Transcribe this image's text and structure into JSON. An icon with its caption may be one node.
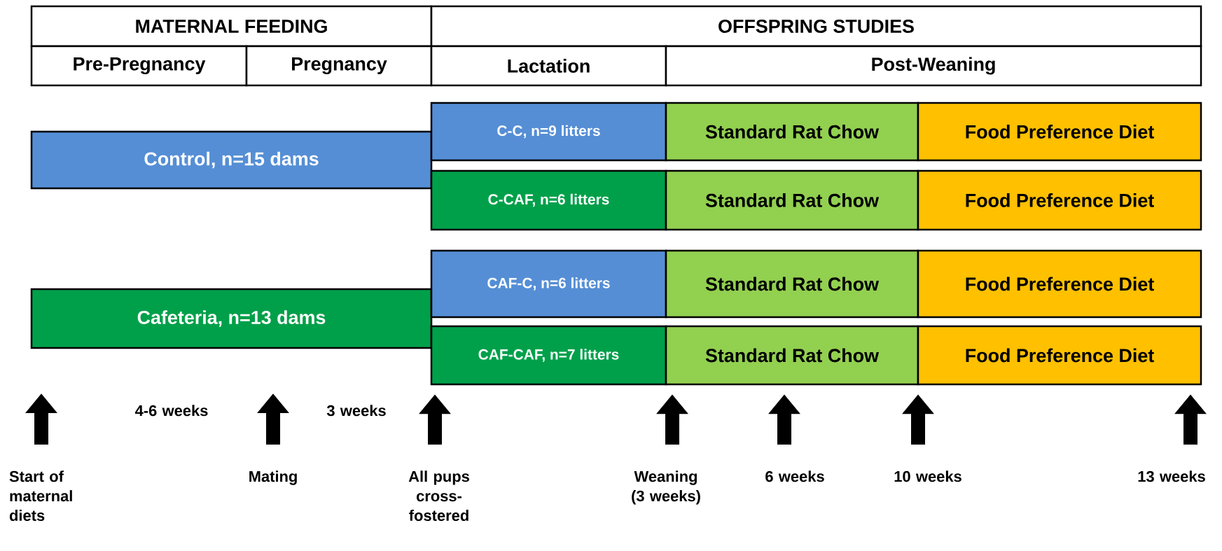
{
  "diagram": {
    "nodes": [
      {
        "text": [
          "MATERNAL FEEDING"
        ]
      },
      {
        "text": [
          "OFFSPRING STUDIES"
        ]
      },
      {
        "text": [
          "Pre-Pregnancy"
        ]
      },
      {
        "text": [
          "Pregnancy"
        ]
      },
      {
        "text": [
          "Lactation"
        ]
      },
      {
        "text": [
          "Post-Weaning"
        ]
      },
      {
        "text": [
          "Control, n=15 dams"
        ]
      },
      {
        "text": [
          "C-C, n=9 litters"
        ]
      },
      {
        "text": [
          "Standard Rat Chow"
        ]
      },
      {
        "text": [
          "Food Preference Diet"
        ]
      },
      {
        "text": [
          "C-CAF, n=6 litters"
        ]
      },
      {
        "text": [
          "Standard Rat Chow"
        ]
      },
      {
        "text": [
          "Food Preference Diet"
        ]
      },
      {
        "text": [
          "Cafeteria, n=13 dams"
        ]
      },
      {
        "text": [
          "CAF-C, n=6 litters"
        ]
      },
      {
        "text": [
          "Standard Rat Chow"
        ]
      },
      {
        "text": [
          "Food Preference Diet"
        ]
      },
      {
        "text": [
          "CAF-CAF, n=7 litters"
        ]
      },
      {
        "text": [
          "Standard Rat Chow"
        ]
      },
      {
        "text": [
          "Food Preference Diet"
        ]
      },
      {
        "text": [
          "Start of maternal diets"
        ]
      },
      {
        "text": [
          "Mating"
        ]
      },
      {
        "text": [
          "All pups cross-fostered"
        ]
      },
      {
        "text": [
          "Weaning (3 weeks)"
        ]
      },
      {
        "text": [
          "6 weeks"
        ]
      },
      {
        "text": [
          "10 weeks"
        ]
      },
      {
        "text": [
          "13 weeks"
        ]
      }
    ],
    "edges": [
      {
        "from": 20,
        "to": null,
        "arrow": "to"
      },
      {
        "from": 21,
        "to": null,
        "arrow": "to"
      },
      {
        "from": 22,
        "to": 17,
        "arrow": "to"
      },
      {
        "from": 23,
        "to": 17,
        "arrow": "to"
      },
      {
        "from": 24,
        "to": 18,
        "arrow": "to"
      },
      {
        "from": 25,
        "to": 18,
        "arrow": "to"
      },
      {
        "from": 26,
        "to": 19,
        "arrow": "to"
      }
    ],
    "labels": [
      "4-6 weeks",
      "3 weeks"
    ]
  }
}
